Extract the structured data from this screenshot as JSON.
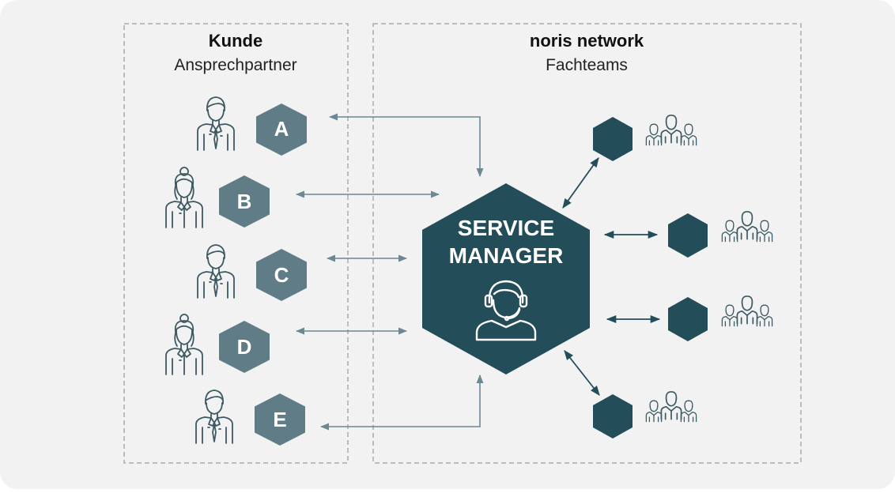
{
  "customer_group": {
    "title": "Kunde",
    "subtitle": "Ansprechpartner",
    "contacts": [
      {
        "letter": "A",
        "person": "male"
      },
      {
        "letter": "B",
        "person": "female"
      },
      {
        "letter": "C",
        "person": "male"
      },
      {
        "letter": "D",
        "person": "female"
      },
      {
        "letter": "E",
        "person": "male"
      }
    ]
  },
  "provider_group": {
    "title": "noris network",
    "subtitle": "Fachteams",
    "teams_count_shown": 4
  },
  "center": {
    "line1": "SERVICE",
    "line2": "MANAGER",
    "icon": "headset-agent-icon"
  },
  "colors": {
    "background": "#f2f2f2",
    "customer_hexagon": "#607d87",
    "dark_hexagon": "#244d5a",
    "arrow": "#6b8893",
    "dashed_border": "#a9a9a9",
    "icon_stroke": "#3d5963"
  },
  "icons": {
    "male_person": "male-person-icon",
    "female_person": "female-person-icon",
    "team": "team-group-icon"
  }
}
